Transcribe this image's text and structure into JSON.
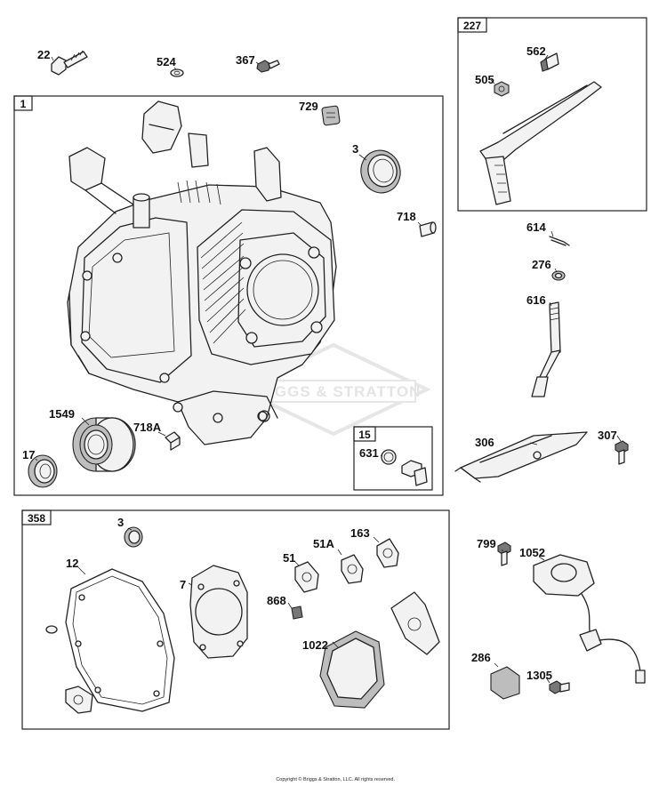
{
  "diagram": {
    "watermark": {
      "brand_text": "BRIGGS & STRATTON"
    },
    "copyright": "Copyright © Briggs & Stratton, LLC. All rights reserved.",
    "groups": {
      "g1": "1",
      "g227": "227",
      "g15": "15",
      "g358": "358"
    },
    "parts": {
      "p22": "22",
      "p524": "524",
      "p367": "367",
      "p729": "729",
      "p3a": "3",
      "p718": "718",
      "p1549": "1549",
      "p718A": "718A",
      "p17": "17",
      "p631": "631",
      "p562": "562",
      "p505": "505",
      "p614": "614",
      "p276": "276",
      "p616": "616",
      "p306": "306",
      "p307": "307",
      "p3b": "3",
      "p12": "12",
      "p7": "7",
      "p51": "51",
      "p51A": "51A",
      "p163": "163",
      "p868": "868",
      "p1022": "1022",
      "p799": "799",
      "p1052": "1052",
      "p286": "286",
      "p1305": "1305"
    }
  }
}
